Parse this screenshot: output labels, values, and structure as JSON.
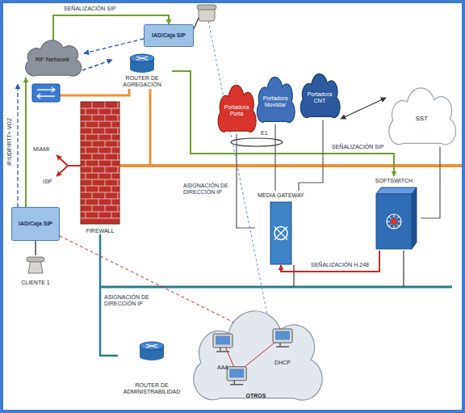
{
  "diagram": {
    "nodes": [
      {
        "text": [
          "RF Network"
        ]
      },
      {
        "text": [
          "IAD/Caja SIP"
        ]
      },
      {
        "text": [
          "ROUTER DE AGREGACIÓN"
        ]
      },
      {
        "text": [
          "Portadora Porta"
        ]
      },
      {
        "text": [
          "Portadora Movistar"
        ]
      },
      {
        "text": [
          "Portadora CNT"
        ]
      },
      {
        "text": [
          "SS7"
        ]
      },
      {
        "text": [
          "FIREWALL"
        ]
      },
      {
        "text": [
          "IAD/Caja SIP"
        ]
      },
      {
        "text": [
          "CLIENTE 1"
        ]
      },
      {
        "text": [
          "MEDIA GATEWAY"
        ]
      },
      {
        "text": [
          "SOFTSWITCH"
        ]
      },
      {
        "text": [
          "OTROS"
        ]
      },
      {
        "text": [
          "AAA"
        ],
        "in": 12
      },
      {
        "text": [
          "DHCP"
        ],
        "in": 12
      },
      {
        "text": [
          "ROUTER DE ADMINISTRABILIDAD"
        ]
      }
    ],
    "edges": [
      {
        "from": 0,
        "to": 1,
        "arrow": "to",
        "label": "SEÑALIZACIÓN SIP"
      },
      {
        "from": 0,
        "to": 2,
        "arrow": "to"
      },
      {
        "from": 2,
        "to": 11,
        "arrow": "to",
        "label": "SEÑALIZACIÓN SIP"
      },
      {
        "from": 8,
        "to": 0,
        "arrow": "to",
        "label": "IP/UDP/RTT+ VOZ"
      },
      {
        "from": 9,
        "to": 8,
        "arrow": "none"
      },
      {
        "from": 11,
        "to": 10,
        "arrow": "to",
        "label": "SEÑALIZACIÓN H.248"
      },
      {
        "from": 10,
        "to": 3,
        "arrow": "none"
      },
      {
        "from": 10,
        "to": 4,
        "arrow": "none"
      },
      {
        "from": 10,
        "to": 5,
        "arrow": "none"
      },
      {
        "from": 5,
        "to": 6,
        "arrow": "both"
      },
      {
        "from": 6,
        "to": 11,
        "arrow": "none"
      },
      {
        "from": 8,
        "to": 14,
        "arrow": "none"
      },
      {
        "from": 13,
        "to": 14,
        "arrow": "none"
      }
    ],
    "labels": [
      "E1",
      "MIAMI",
      "ISP",
      "ASIGNACIÓN DE DIRECCIÓN IP",
      "ASIGNACIÓN DE DIRECCIÓN IP"
    ]
  }
}
